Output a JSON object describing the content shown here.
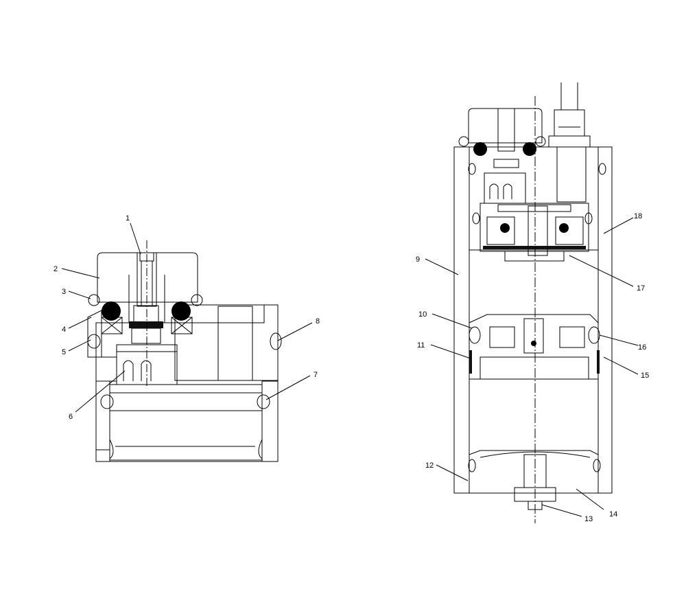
{
  "figure": {
    "left_assembly": {
      "callouts": [
        {
          "id": "c1",
          "text": "1"
        },
        {
          "id": "c2",
          "text": "2"
        },
        {
          "id": "c3",
          "text": "3"
        },
        {
          "id": "c4",
          "text": "4"
        },
        {
          "id": "c5",
          "text": "5"
        },
        {
          "id": "c6",
          "text": "6"
        },
        {
          "id": "c7",
          "text": "7"
        },
        {
          "id": "c8",
          "text": "8"
        }
      ]
    },
    "right_assembly": {
      "callouts": [
        {
          "id": "c9",
          "text": "9"
        },
        {
          "id": "c10",
          "text": "10"
        },
        {
          "id": "c11",
          "text": "11"
        },
        {
          "id": "c12",
          "text": "12"
        },
        {
          "id": "c13",
          "text": "13"
        },
        {
          "id": "c14",
          "text": "14"
        },
        {
          "id": "c15",
          "text": "15"
        },
        {
          "id": "c16",
          "text": "16"
        },
        {
          "id": "c17",
          "text": "17"
        },
        {
          "id": "c18",
          "text": "18"
        }
      ]
    }
  }
}
